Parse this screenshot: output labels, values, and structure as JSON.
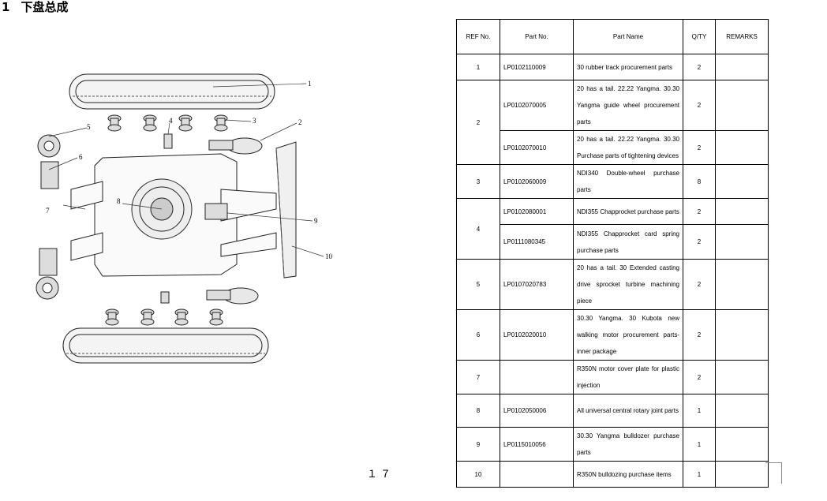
{
  "page": {
    "section_number": "1",
    "section_title": "下盘总成",
    "page_number": "１７"
  },
  "diagram": {
    "callouts": [
      "1",
      "2",
      "3",
      "4",
      "5",
      "6",
      "7",
      "8",
      "9",
      "10"
    ]
  },
  "table": {
    "headers": {
      "ref": "REF No.",
      "part_no": "Part No.",
      "part_name": "Part Name",
      "qty": "Q/TY",
      "remarks": "REMARKS"
    },
    "rows": [
      {
        "ref": "1",
        "part_no": "LP0102110009",
        "part_name": "30 rubber track procurement parts",
        "qty": "2"
      },
      {
        "ref": "2",
        "part_no": "LP0102070005",
        "part_name": "20 has a tail. 22.22 Yangma. 30.30 Yangma guide wheel procurement parts",
        "qty": "2"
      },
      {
        "ref": "",
        "part_no": "LP0102070010",
        "part_name": "20 has a tail. 22.22 Yangma. 30.30 Purchase parts of tightening devices",
        "qty": "2"
      },
      {
        "ref": "3",
        "part_no": "LP0102060009",
        "part_name": "NDI340 Double-wheel purchase parts",
        "qty": "8"
      },
      {
        "ref": "4",
        "part_no": "LP0102080001",
        "part_name": "NDI355 Chapprocket purchase parts",
        "qty": "2"
      },
      {
        "ref": "",
        "part_no": "LP0111080345",
        "part_name": "NDI355 Chapprocket card spring purchase parts",
        "qty": "2"
      },
      {
        "ref": "5",
        "part_no": "LP0107020783",
        "part_name": "20 has a tail. 30 Extended casting drive sprocket turbine machining piece",
        "qty": "2"
      },
      {
        "ref": "6",
        "part_no": "LP0102020010",
        "part_name": "30.30 Yangma. 30 Kubota new walking motor procurement parts-inner package",
        "qty": "2"
      },
      {
        "ref": "7",
        "part_no": "",
        "part_name": "R350N motor cover plate for plastic injection",
        "qty": "2"
      },
      {
        "ref": "8",
        "part_no": "LP0102050006",
        "part_name": "All universal central rotary joint parts",
        "qty": "1"
      },
      {
        "ref": "9",
        "part_no": "LP0115010056",
        "part_name": "30.30 Yangma bulldozer purchase parts",
        "qty": "1"
      },
      {
        "ref": "10",
        "part_no": "",
        "part_name": "R350N bulldozing purchase items",
        "qty": "1"
      }
    ]
  }
}
